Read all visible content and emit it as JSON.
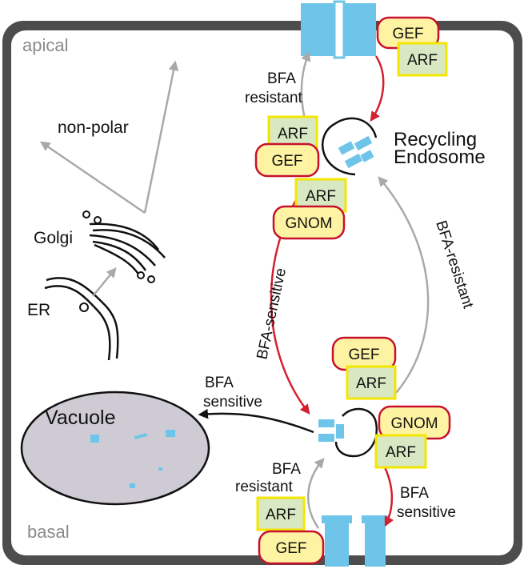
{
  "regions": {
    "apical": "apical",
    "basal": "basal"
  },
  "organelles": {
    "vacuole": "Vacuole",
    "golgi": "Golgi",
    "er": "ER",
    "recycling_line1": "Recycling",
    "recycling_line2": "Endosome"
  },
  "pathways": {
    "non_polar": "non-polar",
    "top_resistant_line1": "BFA",
    "top_resistant_line2": "resistant",
    "bfa_sensitive_vertical": "BFA-sensitive",
    "bfa_resistant_vertical": "BFA-resistant",
    "vacuole_sensitive_line1": "BFA",
    "vacuole_sensitive_line2": "sensitive",
    "bottom_resistant_line1": "BFA",
    "bottom_resistant_line2": "resistant",
    "bottom_sensitive_line1": "BFA",
    "bottom_sensitive_line2": "sensitive"
  },
  "proteins": {
    "gef_top": "GEF",
    "arf_top": "ARF",
    "arf_endosome_1": "ARF",
    "gef_endosome": "GEF",
    "arf_endosome_2": "ARF",
    "gnom_endosome": "GNOM",
    "gef_middle": "GEF",
    "arf_middle": "ARF",
    "gnom_lower": "GNOM",
    "arf_lower": "ARF",
    "arf_bottom": "ARF",
    "gef_bottom": "GEF"
  },
  "colors": {
    "cell_wall": "#4d4d4d",
    "cell_interior": "#ffffff",
    "vacuole_fill": "#cfcbd4",
    "transporter_blue": "#6ec5e9",
    "gef_fill": "#fdf3a2",
    "gef_border": "#c8102e",
    "arf_fill": "#d7e8c2",
    "arf_border": "#f3e600",
    "red_arrow": "#d4202f",
    "grey_arrow": "#a9a9a9",
    "black_arrow": "#111111"
  }
}
